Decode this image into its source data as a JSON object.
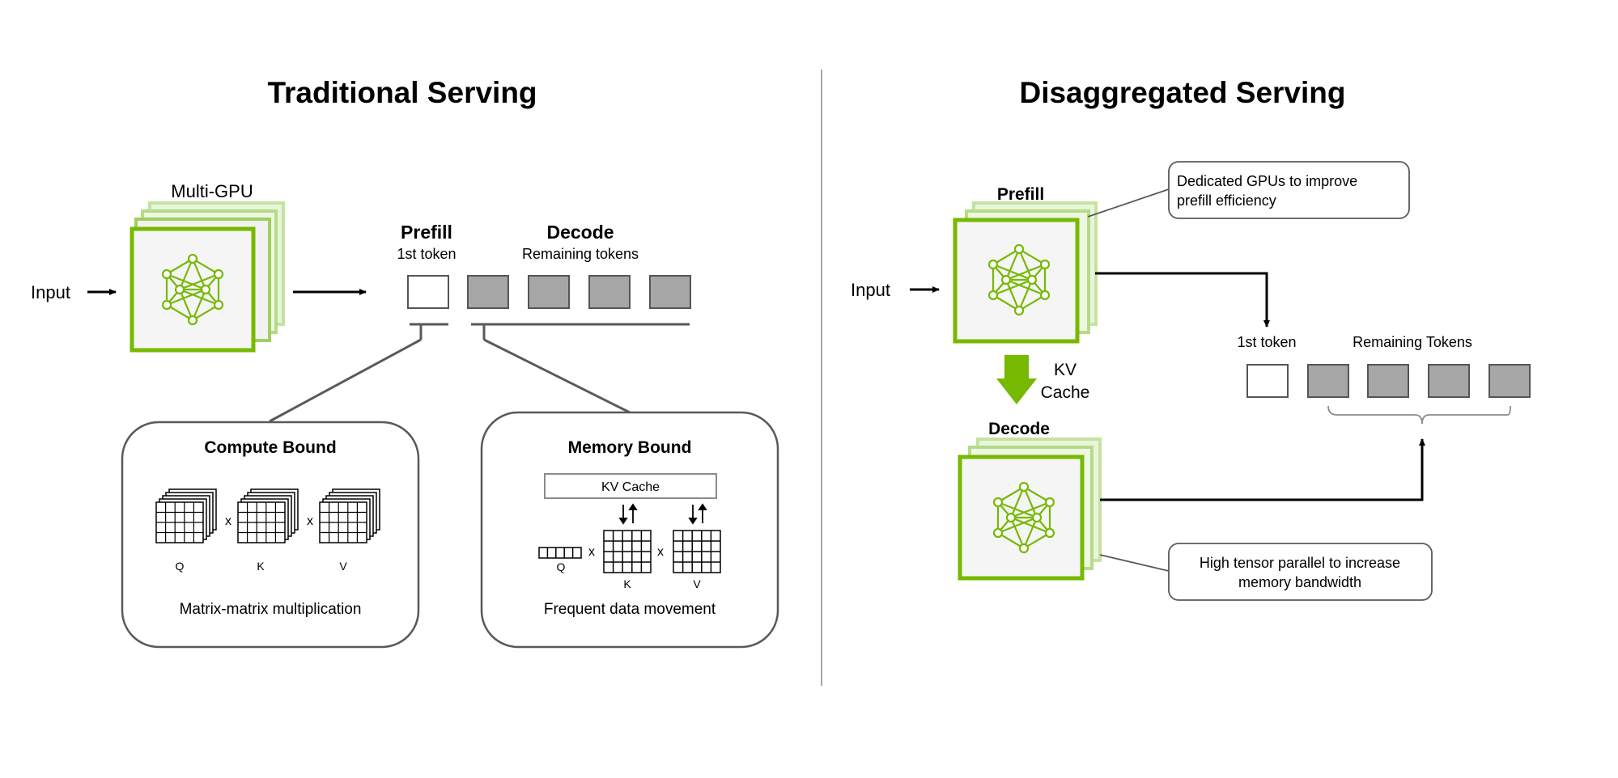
{
  "left": {
    "title": "Traditional Serving",
    "multi_gpu_label": "Multi-GPU",
    "input_label": "Input",
    "prefill_label": "Prefill",
    "prefill_sub": "1st token",
    "decode_label": "Decode",
    "decode_sub": "Remaining tokens",
    "compute_box": {
      "title": "Compute Bound",
      "q": "Q",
      "k": "K",
      "v": "V",
      "op": "x",
      "caption": "Matrix-matrix multiplication"
    },
    "memory_box": {
      "title": "Memory Bound",
      "kv_cache": "KV Cache",
      "q": "Q",
      "k": "K",
      "v": "V",
      "op": "x",
      "caption": "Frequent data movement"
    }
  },
  "right": {
    "title": "Disaggregated Serving",
    "input_label": "Input",
    "prefill_label": "Prefill",
    "decode_label": "Decode",
    "kv_cache_line1": "KV",
    "kv_cache_line2": "Cache",
    "callout_prefill_line1": "Dedicated GPUs to improve",
    "callout_prefill_line2": "prefill efficiency",
    "callout_decode_line1": "High tensor parallel to increase",
    "callout_decode_line2": "memory bandwidth",
    "first_token": "1st token",
    "remaining_tokens": "Remaining Tokens"
  },
  "colors": {
    "green": "#76b900",
    "green_light": "#c5e3a0",
    "token_gray": "#a6a6a6",
    "line_gray": "#595959"
  }
}
